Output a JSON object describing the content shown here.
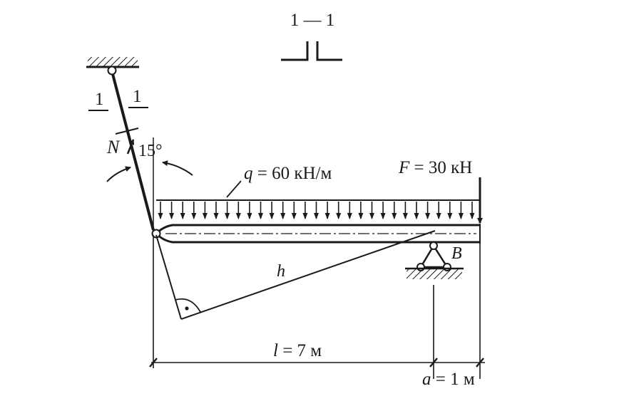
{
  "section": {
    "label": "1 — 1"
  },
  "rod": {
    "section_mark_left": "1",
    "section_mark_right": "1",
    "force_label": "N",
    "angle_label": "15°"
  },
  "load": {
    "q_symbol": "q",
    "q_value": " = 60 кН/м",
    "f_symbol": "F",
    "f_value": " = 30 кН"
  },
  "beam": {
    "height_label": "h",
    "support_label": "B"
  },
  "dimensions": {
    "l_symbol": "l",
    "l_value": " = 7 м",
    "a_symbol": "a",
    "a_value": " = 1 м"
  },
  "colors": {
    "ink": "#1a1a1a",
    "background": "#ffffff"
  }
}
